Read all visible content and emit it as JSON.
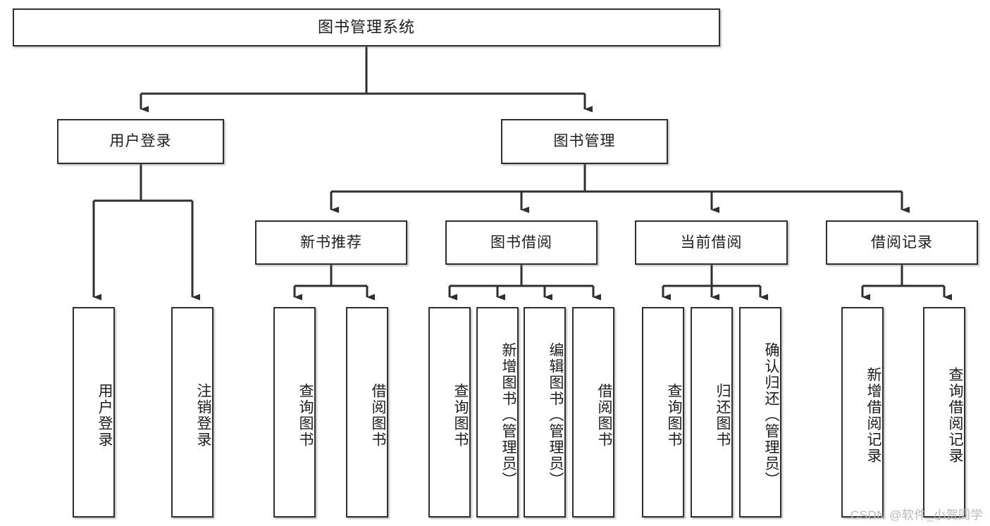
{
  "diagram": {
    "title": "图书管理系统",
    "watermark": "CSDN @软件_小贺同学",
    "line_color": "#2f2f2f",
    "box_fill": "#ffffff",
    "text_color": "#1d1d1d"
  },
  "levels": {
    "root": {
      "label": "图书管理系统"
    },
    "level2": [
      {
        "label": "用户登录"
      },
      {
        "label": "图书管理"
      }
    ],
    "level3": [
      {
        "label": "新书推荐"
      },
      {
        "label": "图书借阅"
      },
      {
        "label": "当前借阅"
      },
      {
        "label": "借阅记录"
      }
    ],
    "leaves": {
      "user_login": [
        {
          "label": "用户登录"
        },
        {
          "label": "注销登录"
        }
      ],
      "new_book_recommend": [
        {
          "label": "查询图书"
        },
        {
          "label": "借阅图书"
        }
      ],
      "book_borrow": [
        {
          "label": "查询图书"
        },
        {
          "label": "新增图书（管理员）"
        },
        {
          "label": "编辑图书（管理员）"
        },
        {
          "label": "借阅图书"
        }
      ],
      "current_borrow": [
        {
          "label": "查询图书"
        },
        {
          "label": "归还图书"
        },
        {
          "label": "确认归还（管理员）"
        }
      ],
      "borrow_record": [
        {
          "label": "新增借阅记录"
        },
        {
          "label": "查询借阅记录"
        }
      ]
    }
  }
}
